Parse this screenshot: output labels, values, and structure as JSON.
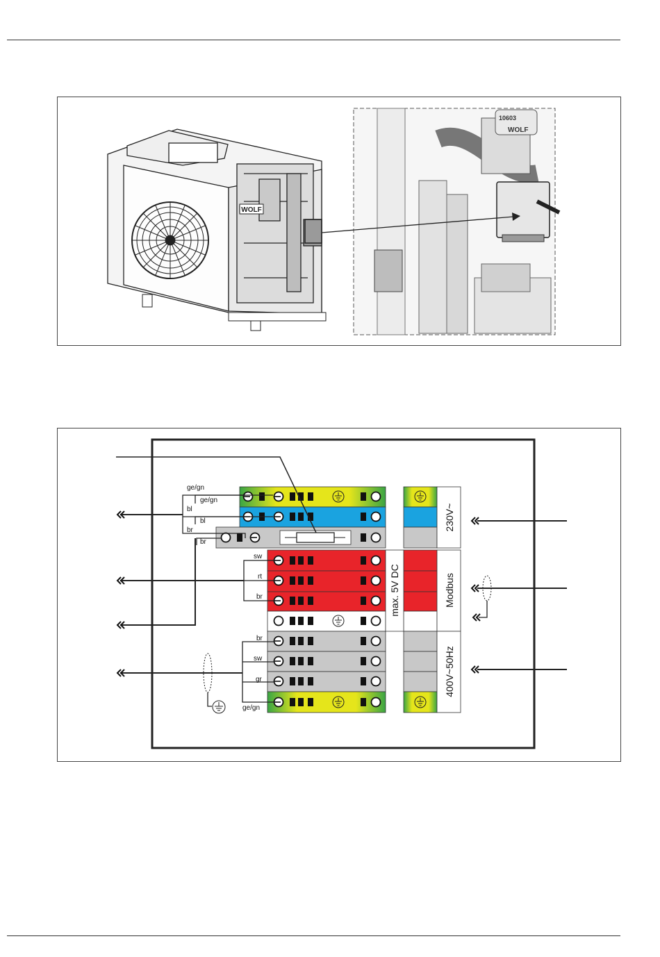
{
  "figure1": {
    "logo_text": "WOLF",
    "part_number": "10603"
  },
  "figure2": {
    "wire_labels_top": [
      "ge/gn",
      "ge/gn",
      "bl",
      "bl",
      "br",
      "br"
    ],
    "wire_labels_signal": [
      "sw",
      "rt",
      "br"
    ],
    "wire_labels_power": [
      "br",
      "sw",
      "gr",
      "ge/gn"
    ],
    "side_label_230": "230V~",
    "side_label_modbus": "Modbus",
    "side_label_400": "400V~50Hz",
    "center_label_dc": "max. 5V DC"
  },
  "colors": {
    "blue": "#1aa3e0",
    "red": "#e8242a",
    "grey": "#c8c8c8",
    "yellow": "#e5e51b",
    "green": "#3aa544"
  }
}
